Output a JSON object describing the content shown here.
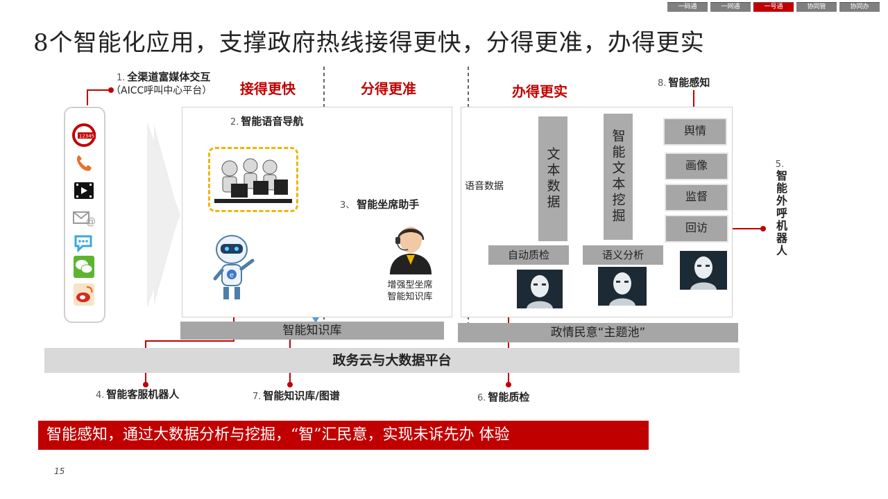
{
  "nav": {
    "tabs": [
      "一码通",
      "一网通",
      "一号通",
      "协同管",
      "协同办"
    ],
    "active_index": 2
  },
  "title": "8个智能化应用，支撑政府热线接得更快，分得更准，办得更实",
  "labels": {
    "l1_num": "1.",
    "l1_line1": "全渠道富媒体交互",
    "l1_line2": "（AICC呼叫中心平台）",
    "l2_num": "2.",
    "l2_text": "智能语音导航",
    "l3_num": "3、",
    "l3_text": "智能坐席助手",
    "l4_num": "4.",
    "l4_text": "智能客服机器人",
    "l5_num": "5.",
    "l5_text": "智能外呼机器人",
    "l6_num": "6.",
    "l6_text": "智能质检",
    "l7_num": "7.",
    "l7_text": "智能知识库/图谱",
    "l8_num": "8.",
    "l8_text": "智能感知"
  },
  "sections": {
    "fast": "接得更快",
    "accurate": "分得更准",
    "solid": "办得更实"
  },
  "agent_caption": {
    "line1": "增强型坐席",
    "line2": "智能知识库"
  },
  "pipeline": {
    "voice_data": "语音数据",
    "text_data": "文本数据",
    "text_mining": "智能文本挖掘",
    "outputs": [
      "舆情",
      "画像",
      "监督",
      "回访"
    ],
    "auto_qc": "自动质检",
    "semantic": "语义分析"
  },
  "bars": {
    "knowledge": "智能知识库",
    "topic_pool": "政情民意“主题池”",
    "cloud": "政务云与大数据平台"
  },
  "banner": "智能感知，通过大数据分析与挖掘，“智”汇民意，实现未诉先办   体验",
  "page_number": "15",
  "colors": {
    "accent_red": "#c00000",
    "grey_box": "#a6a6a6",
    "arrow_blue": "#5b9bd5"
  },
  "channel_icons": [
    "hotline-12345-icon",
    "phone-icon",
    "video-icon",
    "email-icon",
    "chat-bubble-icon",
    "wechat-icon",
    "weibo-icon"
  ]
}
